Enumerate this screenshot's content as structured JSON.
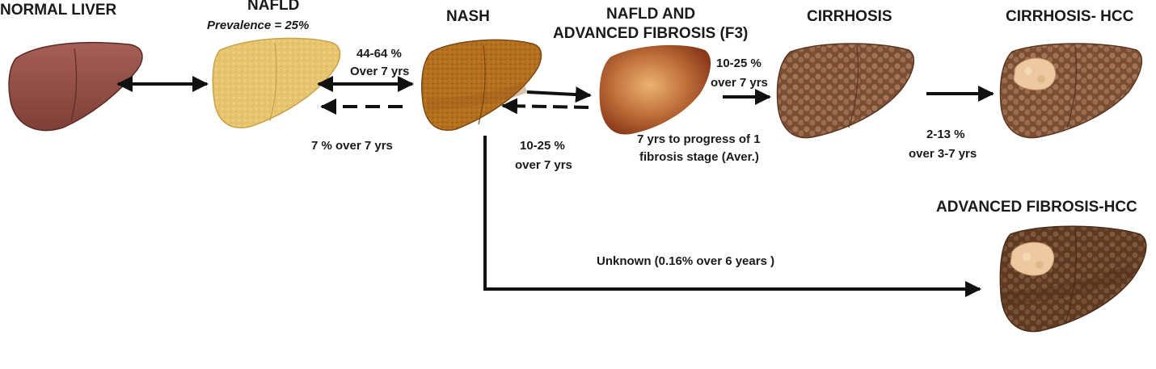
{
  "stages": {
    "normal": {
      "title": "NORMAL LIVER"
    },
    "nafld": {
      "title": "NAFLD",
      "subtitle": "Prevalence = 25%"
    },
    "nash": {
      "title": "NASH"
    },
    "f3": {
      "title_line1": "NAFLD AND",
      "title_line2": "ADVANCED FIBROSIS (F3)"
    },
    "cirrhosis": {
      "title": "CIRRHOSIS"
    },
    "cirrhosis_hcc": {
      "title": "CIRRHOSIS- HCC"
    },
    "fibrosis_hcc": {
      "title": "ADVANCED FIBROSIS-HCC"
    }
  },
  "transitions": {
    "nafld_to_nash": {
      "line1": "44-64 %",
      "line2": "Over 7 yrs"
    },
    "nash_to_nafld": {
      "line1": "7 % over 7 yrs"
    },
    "nash_to_f3": {
      "line1": "10-25 %",
      "line2": "over 7 yrs"
    },
    "f3_to_cirrhosis": {
      "line1": "10-25 %",
      "line2": "over 7 yrs"
    },
    "f3_progress": {
      "line1": "7 yrs to progress of 1",
      "line2": "fibrosis stage (Aver.)"
    },
    "cirrhosis_to_hcc": {
      "line1": "2-13 %",
      "line2": "over 3-7 yrs"
    },
    "nash_to_hcc": {
      "line1": "Unknown (0.16% over 6 years )"
    }
  },
  "colors": {
    "normal_liver": "#8a4a42",
    "nafld_liver": "#e6c56e",
    "nash_liver": "#b5701f",
    "f3_center": "#e0a060",
    "f3_edge": "#8a3a1a",
    "cirrhosis_liver": "#8a5c3e",
    "hcc_liver": "#6e4428",
    "tumor": "#ecc9a0",
    "arrow": "#111111"
  }
}
